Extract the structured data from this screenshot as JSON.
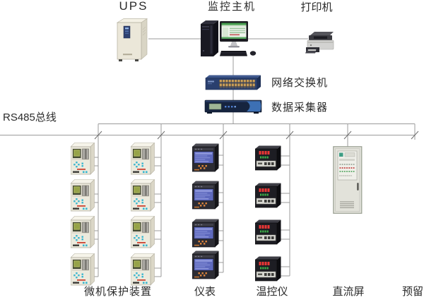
{
  "labels": {
    "ups": "UPS",
    "monitoring_host": "监控主机",
    "printer": "打印机",
    "network_switch": "网络交换机",
    "data_collector": "数据采集器",
    "rs485_bus": "RS485总线",
    "protection_devices": "微机保护装置",
    "meters": "仪表",
    "temp_controllers": "温控仪",
    "dc_panel": "直流屏",
    "reserved": "预留"
  },
  "devices": {
    "protection_device_count": 8,
    "meter_count": 4,
    "temp_controller_count": 4,
    "dc_panel_count": 1,
    "reserved_branch": true
  },
  "connections": {
    "bus_type": "RS485",
    "top_links": [
      "UPS—监控主机",
      "监控主机—打印机",
      "监控主机—网络交换机",
      "网络交换机—数据采集器",
      "数据采集器—RS485总线"
    ],
    "bus_branches": [
      "微机保护装置列1",
      "微机保护装置列2",
      "仪表",
      "温控仪",
      "直流屏",
      "预留"
    ]
  },
  "colors": {
    "line": "#9b9b9b",
    "text": "#2b2b2b",
    "ups_body": "#ebe7d9",
    "switch_body": "#2a3f6e",
    "collector_body": "#16243f",
    "protection_body": "#eceadd",
    "protection_lcd": "#a9b25c",
    "meter_screen": "#5e69bd",
    "meter_buttons": "#e2873c",
    "temp_digits_red": "#ea3636",
    "temp_digits_green": "#3cb24a",
    "dc_panel_body": "#e2e2da"
  }
}
